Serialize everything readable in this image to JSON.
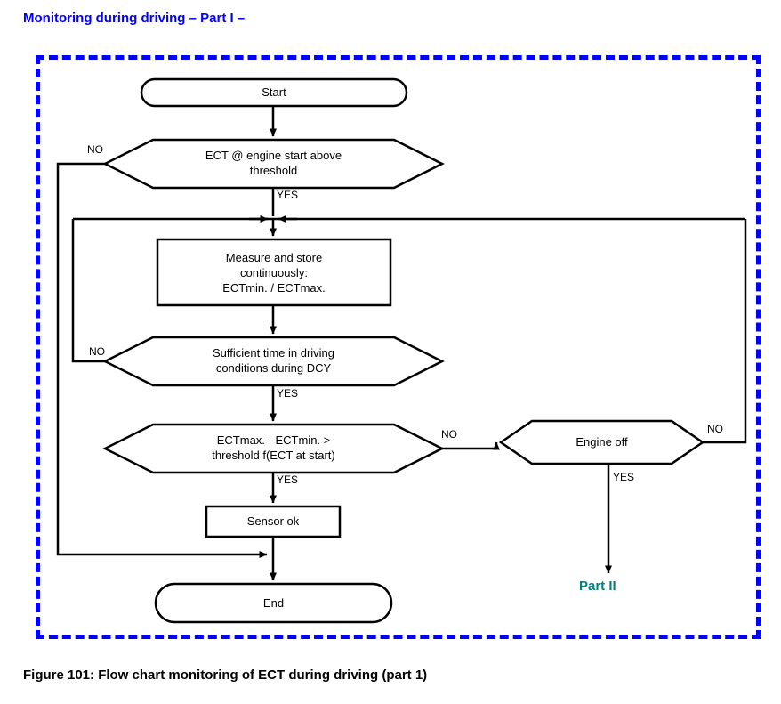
{
  "title": "Monitoring during driving – Part I –",
  "caption": "Figure 101: Flow chart monitoring of ECT during driving (part 1)",
  "colors": {
    "frame": "#0000ff",
    "title": "#0000ff",
    "node_stroke": "#000000",
    "node_fill": "#ffffff",
    "part2": "#008080",
    "text": "#000000"
  },
  "nodes": {
    "start": {
      "label": "Start",
      "shape": "terminator"
    },
    "ect_above_threshold": {
      "label": "ECT @ engine start above\nthreshold",
      "line1": "ECT @ engine start above",
      "line2": "threshold",
      "shape": "decision"
    },
    "measure_store": {
      "line1": "Measure and store",
      "line2": "continuously:",
      "line3": "ECTmin. / ECTmax.",
      "shape": "process"
    },
    "sufficient_time": {
      "line1": "Sufficient time in driving",
      "line2": "conditions during DCY",
      "shape": "decision"
    },
    "delta_threshold": {
      "line1": "ECTmax. - ECTmin. >",
      "line2": "threshold f(ECT at start)",
      "shape": "decision"
    },
    "engine_off": {
      "label": "Engine off",
      "shape": "decision"
    },
    "sensor_ok": {
      "label": "Sensor ok",
      "shape": "process"
    },
    "end": {
      "label": "End",
      "shape": "terminator"
    },
    "part2": {
      "label": "Part II",
      "shape": "link"
    }
  },
  "edge_labels": {
    "ect_no": "NO",
    "ect_yes": "YES",
    "dcy_no": "NO",
    "dcy_yes": "YES",
    "delta_no": "NO",
    "delta_yes": "YES",
    "engine_off_no": "NO",
    "engine_off_yes": "YES"
  }
}
